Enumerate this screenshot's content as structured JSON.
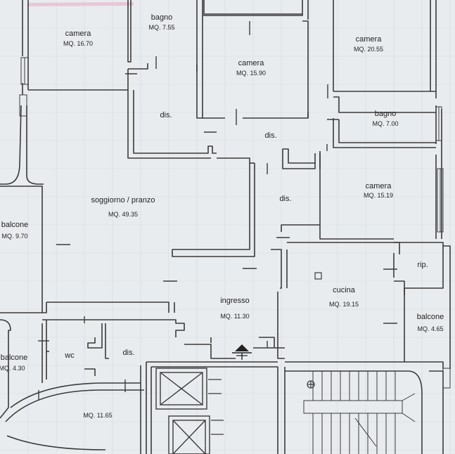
{
  "plan": {
    "colors": {
      "paper": "#e9ecef",
      "wall": "#3a3a3a",
      "text": "#222222",
      "grid": "#d4dadf",
      "stain": "#e9a8c4"
    },
    "rooms": [
      {
        "id": "camera-1",
        "name": "camera",
        "area": "MQ. 16.70"
      },
      {
        "id": "bagno-1",
        "name": "bagno",
        "area": "MQ. 7.55"
      },
      {
        "id": "camera-2",
        "name": "camera",
        "area": "MQ. 15.90"
      },
      {
        "id": "camera-3",
        "name": "camera",
        "area": "MQ. 20.55"
      },
      {
        "id": "bagno-2",
        "name": "bagno",
        "area": "MQ. 7.00"
      },
      {
        "id": "camera-4",
        "name": "camera",
        "area": "MQ. 15.19"
      },
      {
        "id": "soggiorno",
        "name": "soggiorno / pranzo",
        "area": "MQ. 49.35"
      },
      {
        "id": "balcone-1",
        "name": "balcone",
        "area": "MQ. 9.70"
      },
      {
        "id": "ingresso",
        "name": "ingresso",
        "area": "MQ. 11.30"
      },
      {
        "id": "cucina",
        "name": "cucina",
        "area": "MQ. 19.15"
      },
      {
        "id": "balcone-2",
        "name": "balcone",
        "area": "MQ. 4.65"
      },
      {
        "id": "balcone-3",
        "name": "balcone",
        "area": "MQ. 4.30"
      },
      {
        "id": "room-bottom",
        "name": "",
        "area": "MQ. 11.65"
      }
    ],
    "labels": {
      "dis_1": "dis.",
      "dis_2": "dis.",
      "dis_3": "dis.",
      "dis_4": "dis.",
      "rip": "rip.",
      "wc": "wc"
    }
  }
}
